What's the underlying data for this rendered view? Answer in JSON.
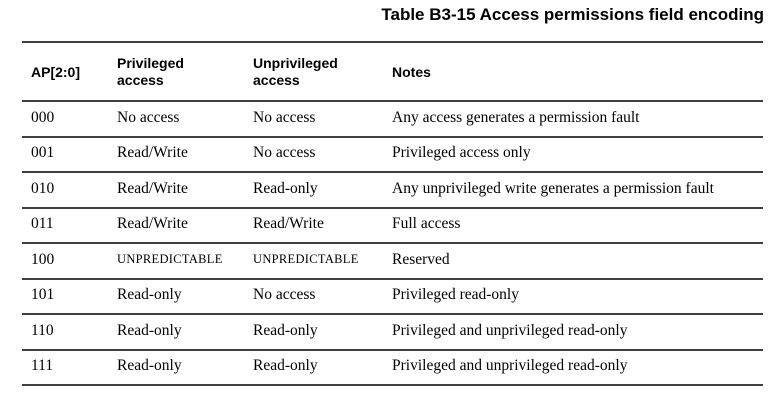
{
  "title": "Table B3-15 Access permissions field encoding",
  "table": {
    "headers": [
      "AP[2:0]",
      "Privileged access",
      "Unprivileged access",
      "Notes"
    ],
    "rows": [
      [
        "000",
        "No access",
        "No access",
        "Any access generates a permission fault"
      ],
      [
        "001",
        "Read/Write",
        "No access",
        "Privileged access only"
      ],
      [
        "010",
        "Read/Write",
        "Read-only",
        "Any unprivileged write generates a permission fault"
      ],
      [
        "011",
        "Read/Write",
        "Read/Write",
        "Full access"
      ],
      [
        "100",
        "UNPREDICTABLE",
        "UNPREDICTABLE",
        "Reserved"
      ],
      [
        "101",
        "Read-only",
        "No access",
        "Privileged read-only"
      ],
      [
        "110",
        "Read-only",
        "Read-only",
        "Privileged and unprivileged read-only"
      ],
      [
        "111",
        "Read-only",
        "Read-only",
        "Privileged and unprivileged read-only"
      ]
    ]
  }
}
